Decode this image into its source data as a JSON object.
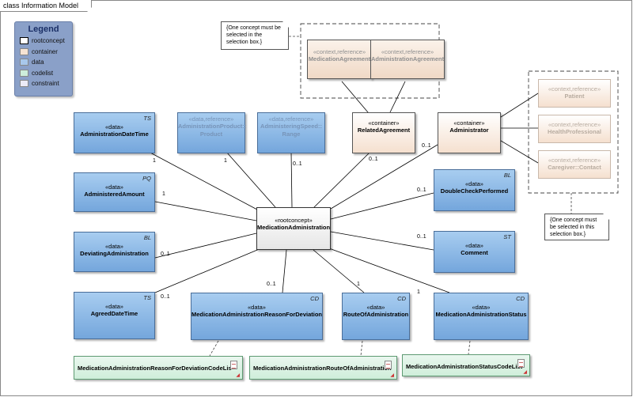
{
  "frame": {
    "title": "class Information Model"
  },
  "legend": {
    "title": "Legend",
    "items": [
      {
        "label": "rootconcept",
        "color": "#ffffff"
      },
      {
        "label": "container",
        "color": "#f6e3d3"
      },
      {
        "label": "data",
        "color": "#a8c8ec"
      },
      {
        "label": "codelist",
        "color": "#cdeedb"
      },
      {
        "label": "constraint",
        "color": "#ecebf7"
      }
    ]
  },
  "notes": {
    "top": "{One concept must be selected in the selection box.}",
    "right": "{One concept must be selected in this selection box.}"
  },
  "root": {
    "stereo": "«rootconcept»",
    "name": "MedicationAdministration"
  },
  "left_data": [
    {
      "stereo": "«data»",
      "name": "AdministrationDateTime",
      "type": "TS"
    },
    {
      "stereo": "«data»",
      "name": "AdministeredAmount",
      "type": "PQ"
    },
    {
      "stereo": "«data»",
      "name": "DeviatingAdministration",
      "type": "BL"
    },
    {
      "stereo": "«data»",
      "name": "AgreedDateTime",
      "type": "TS"
    }
  ],
  "ref_data": [
    {
      "stereo": "«data,reference»",
      "name1": "AdministrationProduct::",
      "name2": "Product"
    },
    {
      "stereo": "«data,reference»",
      "name1": "AdministeringSpeed::",
      "name2": "Range"
    }
  ],
  "related": {
    "stereo": "«container»",
    "name": "RelatedAgreement"
  },
  "agreements": [
    {
      "stereo": "«context,reference»",
      "name": "MedicationAgreement"
    },
    {
      "stereo": "«context,reference»",
      "name": "AdministrationAgreement"
    }
  ],
  "administrator": {
    "stereo": "«container»",
    "name": "Administrator"
  },
  "admin_contexts": [
    {
      "stereo": "«context,reference»",
      "name": "Patient"
    },
    {
      "stereo": "«context,reference»",
      "name": "HealthProfessional"
    },
    {
      "stereo": "«context,reference»",
      "name": "Caregiver::Contact"
    }
  ],
  "right_data": [
    {
      "stereo": "«data»",
      "name": "DoubleCheckPerformed",
      "type": "BL"
    },
    {
      "stereo": "«data»",
      "name": "Comment",
      "type": "ST"
    }
  ],
  "bottom_data": [
    {
      "stereo": "«data»",
      "name": "MedicationAdministrationReasonForDeviation",
      "type": "CD"
    },
    {
      "stereo": "«data»",
      "name": "RouteOfAdministration",
      "type": "CD"
    },
    {
      "stereo": "«data»",
      "name": "MedicationAdministrationStatus",
      "type": "CD"
    }
  ],
  "codelists": [
    {
      "name": "MedicationAdministrationReasonForDeviationCodeLis"
    },
    {
      "name": "MedicationAdministrationRouteOfAdministration"
    },
    {
      "name": "MedicationAdministrationStatusCodeList"
    }
  ],
  "multiplicities": {
    "adminDateTime": "1",
    "product": "1",
    "speed": "0..1",
    "related": "0..1",
    "administrator": "0..1",
    "amount": "1",
    "doubleCheck": "0..1",
    "deviating": "0..1",
    "comment": "0..1",
    "agreedDate": "0..1",
    "reason": "0..1",
    "route": "1",
    "status": "1"
  }
}
